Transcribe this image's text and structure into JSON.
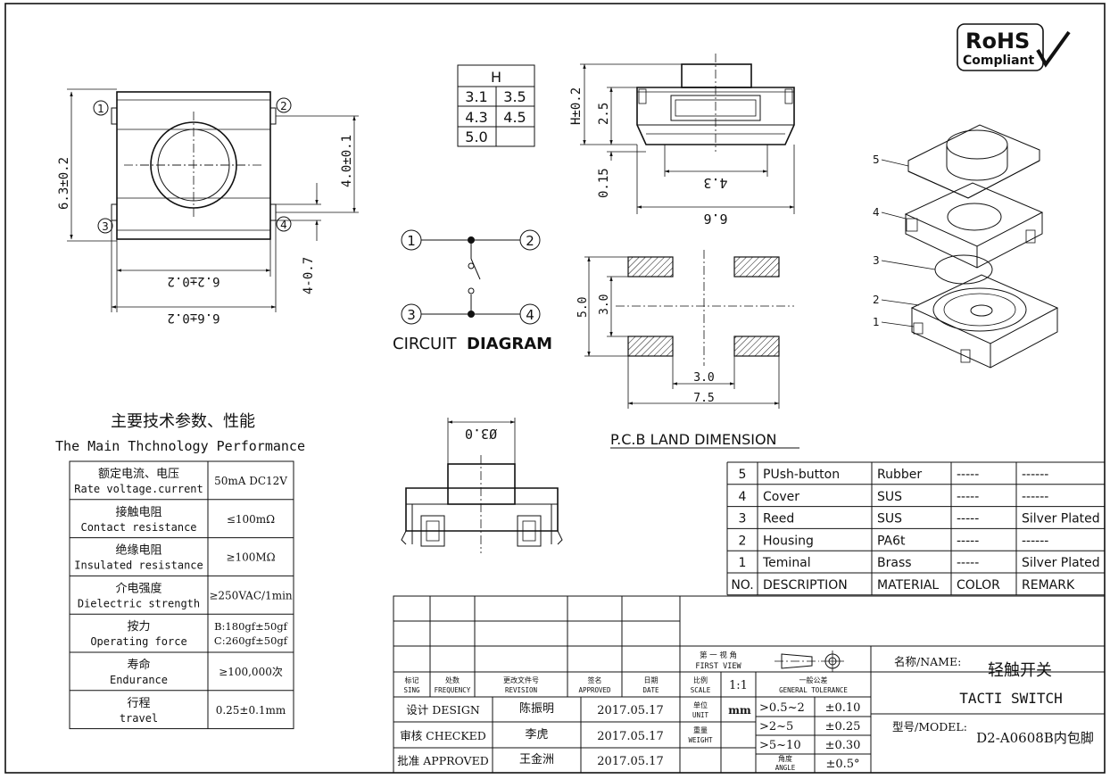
{
  "rohs": {
    "line1": "RoHS",
    "line2": "Compliant"
  },
  "top_view": {
    "pins": [
      "1",
      "2",
      "3",
      "4"
    ],
    "dim_height": "6.3±0.2",
    "dim_body_inner": "6.2±0.2",
    "dim_body_outer": "6.6±0.2",
    "dim_pin_pitch": "4.0±0.1",
    "dim_pin_width": "4-0.7"
  },
  "height_table": {
    "header": "H",
    "cells": [
      "3.1",
      "3.5",
      "4.3",
      "4.5",
      "5.0",
      ""
    ]
  },
  "side_view": {
    "dim_h": "H±0.2",
    "dim_25": "2.5",
    "dim_015": "0.15",
    "dim_43": "4.3",
    "dim_66": "6.6"
  },
  "circuit": {
    "pins": [
      "1",
      "2",
      "3",
      "4"
    ],
    "title_a": "CIRCUIT",
    "title_b": "DIAGRAM"
  },
  "pcb": {
    "dim_50": "5.0",
    "dim_30v": "3.0",
    "dim_30h": "3.0",
    "dim_75": "7.5",
    "title": "P.C.B LAND DIMENSION"
  },
  "exploded": {
    "labels": [
      "5",
      "4",
      "3",
      "2",
      "1"
    ]
  },
  "front_view": {
    "dim": "Ø3.0"
  },
  "perf": {
    "title_cn": "主要技术参数、性能",
    "title_en": "The Main Thchnology Performance",
    "rows": [
      {
        "cn": "额定电流、电压",
        "en": "Rate voltage.current",
        "val": "50mA DC12V",
        "val2": ""
      },
      {
        "cn": "接触电阻",
        "en": "Contact resistance",
        "val": "≤100mΩ",
        "val2": ""
      },
      {
        "cn": "绝缘电阻",
        "en": "Insulated resistance",
        "val": "≥100MΩ",
        "val2": ""
      },
      {
        "cn": "介电强度",
        "en": "Dielectric strength",
        "val": "≥250VAC/1min",
        "val2": ""
      },
      {
        "cn": "按力",
        "en": "Operating force",
        "val": "B:180gf±50gf",
        "val2": "C:260gf±50gf"
      },
      {
        "cn": "寿命",
        "en": "Endurance",
        "val": "≥100,000次",
        "val2": ""
      },
      {
        "cn": "行程",
        "en": "travel",
        "val": "0.25±0.1mm",
        "val2": ""
      }
    ]
  },
  "bom": {
    "rows": [
      [
        "5",
        "PUsh-button",
        "Rubber",
        "-----",
        "------"
      ],
      [
        "4",
        "Cover",
        "SUS",
        "-----",
        "------"
      ],
      [
        "3",
        "Reed",
        "SUS",
        "-----",
        "Silver Plated"
      ],
      [
        "2",
        "Housing",
        "PA6t",
        "-----",
        "------"
      ],
      [
        "1",
        "Teminal",
        "Brass",
        "-----",
        "Silver Plated"
      ]
    ],
    "header": [
      "NO.",
      "DESCRIPTION",
      "MATERIAL",
      "COLOR",
      "REMARK"
    ]
  },
  "title_block": {
    "rev_headers": [
      {
        "cn": "标记",
        "en": "SING"
      },
      {
        "cn": "处数",
        "en": "FREQUENCY"
      },
      {
        "cn": "更改文件号",
        "en": "REVISION"
      },
      {
        "cn": "签名",
        "en": "APPROVED"
      },
      {
        "cn": "日期",
        "en": "DATE"
      }
    ],
    "design": {
      "role": "设计 DESIGN",
      "name": "陈振明",
      "date": "2017.05.17"
    },
    "checked": {
      "role": "审核 CHECKED",
      "name": "李虎",
      "date": "2017.05.17"
    },
    "approved": {
      "role": "批准 APPROVED",
      "name": "王金洲",
      "date": "2017.05.17"
    },
    "first_view": {
      "cn": "第 一 视 角",
      "en": "FIRST VIEW"
    },
    "scale": {
      "cn": "比例",
      "en": "SCALE",
      "value": "1:1"
    },
    "unit": {
      "cn": "单位",
      "en": "UNIT",
      "value": "mm"
    },
    "weight": {
      "cn": "重量",
      "en": "WEIGHT",
      "value": ""
    },
    "tolerance": {
      "cn": "一般公差",
      "en": "GENERAL TOLERANCE",
      "rows": [
        {
          "range": ">0.5~2",
          "tol": "±0.10"
        },
        {
          "range": ">2~5",
          "tol": "±0.25"
        },
        {
          "range": ">5~10",
          "tol": "±0.30"
        }
      ],
      "angle_cn": "角度",
      "angle_en": "ANGLE",
      "angle_tol": "±0.5°"
    },
    "name_label": "名称/NAME:",
    "name_cn": "轻触开关",
    "name_en": "TACTI SWITCH",
    "model_label": "型号/MODEL:",
    "model": "D2-A0608B内包脚"
  }
}
